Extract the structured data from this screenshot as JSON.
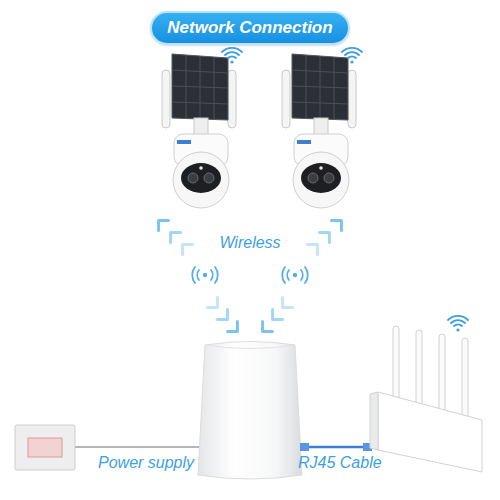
{
  "diagram": {
    "title": "Network Connection",
    "labels": [
      "Wireless",
      "Power supply",
      "RJ45 Cable"
    ]
  }
}
